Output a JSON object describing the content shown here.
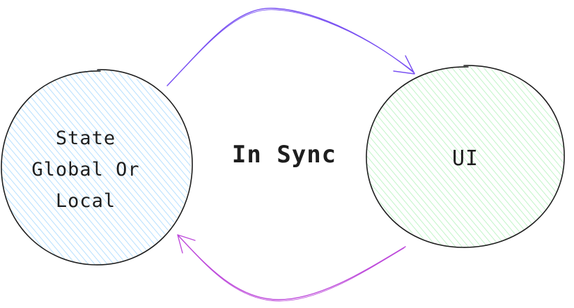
{
  "nodes": {
    "state": {
      "lines": [
        "State",
        "Global Or",
        "Local"
      ],
      "fill": "#a5d8ff",
      "stroke": "#1e1e1e"
    },
    "ui": {
      "label": "UI",
      "fill": "#b2f2bb",
      "stroke": "#1e1e1e"
    }
  },
  "center_label": "In Sync",
  "edges": {
    "state_to_ui": {
      "color": "#7950f2"
    },
    "ui_to_state": {
      "color": "#be4bdb"
    }
  }
}
